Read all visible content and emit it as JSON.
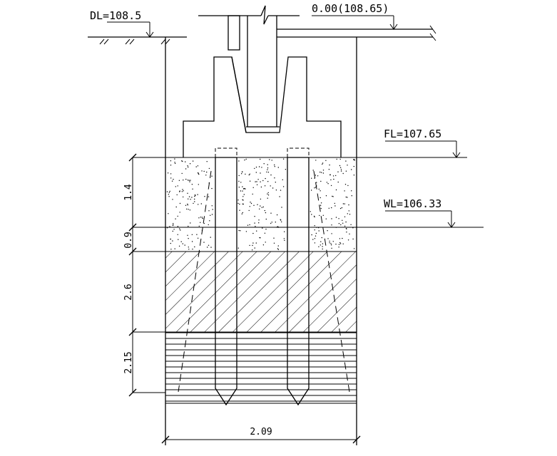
{
  "levels": {
    "ground": "DL=108.5",
    "floor_zero": "0.00(108.65)",
    "foundation": "FL=107.65",
    "water": "WL=106.33"
  },
  "layer_thicknesses": [
    "1.4",
    "0.9",
    "2.6",
    "2.15"
  ],
  "overall_width": "2.09",
  "layers": [
    {
      "fill": "dotted-sand"
    },
    {
      "fill": "dotted-sand"
    },
    {
      "fill": "diagonal-hatch"
    },
    {
      "fill": "horizontal-lines"
    }
  ],
  "colors": {
    "line": "#000000",
    "background": "#ffffff"
  }
}
